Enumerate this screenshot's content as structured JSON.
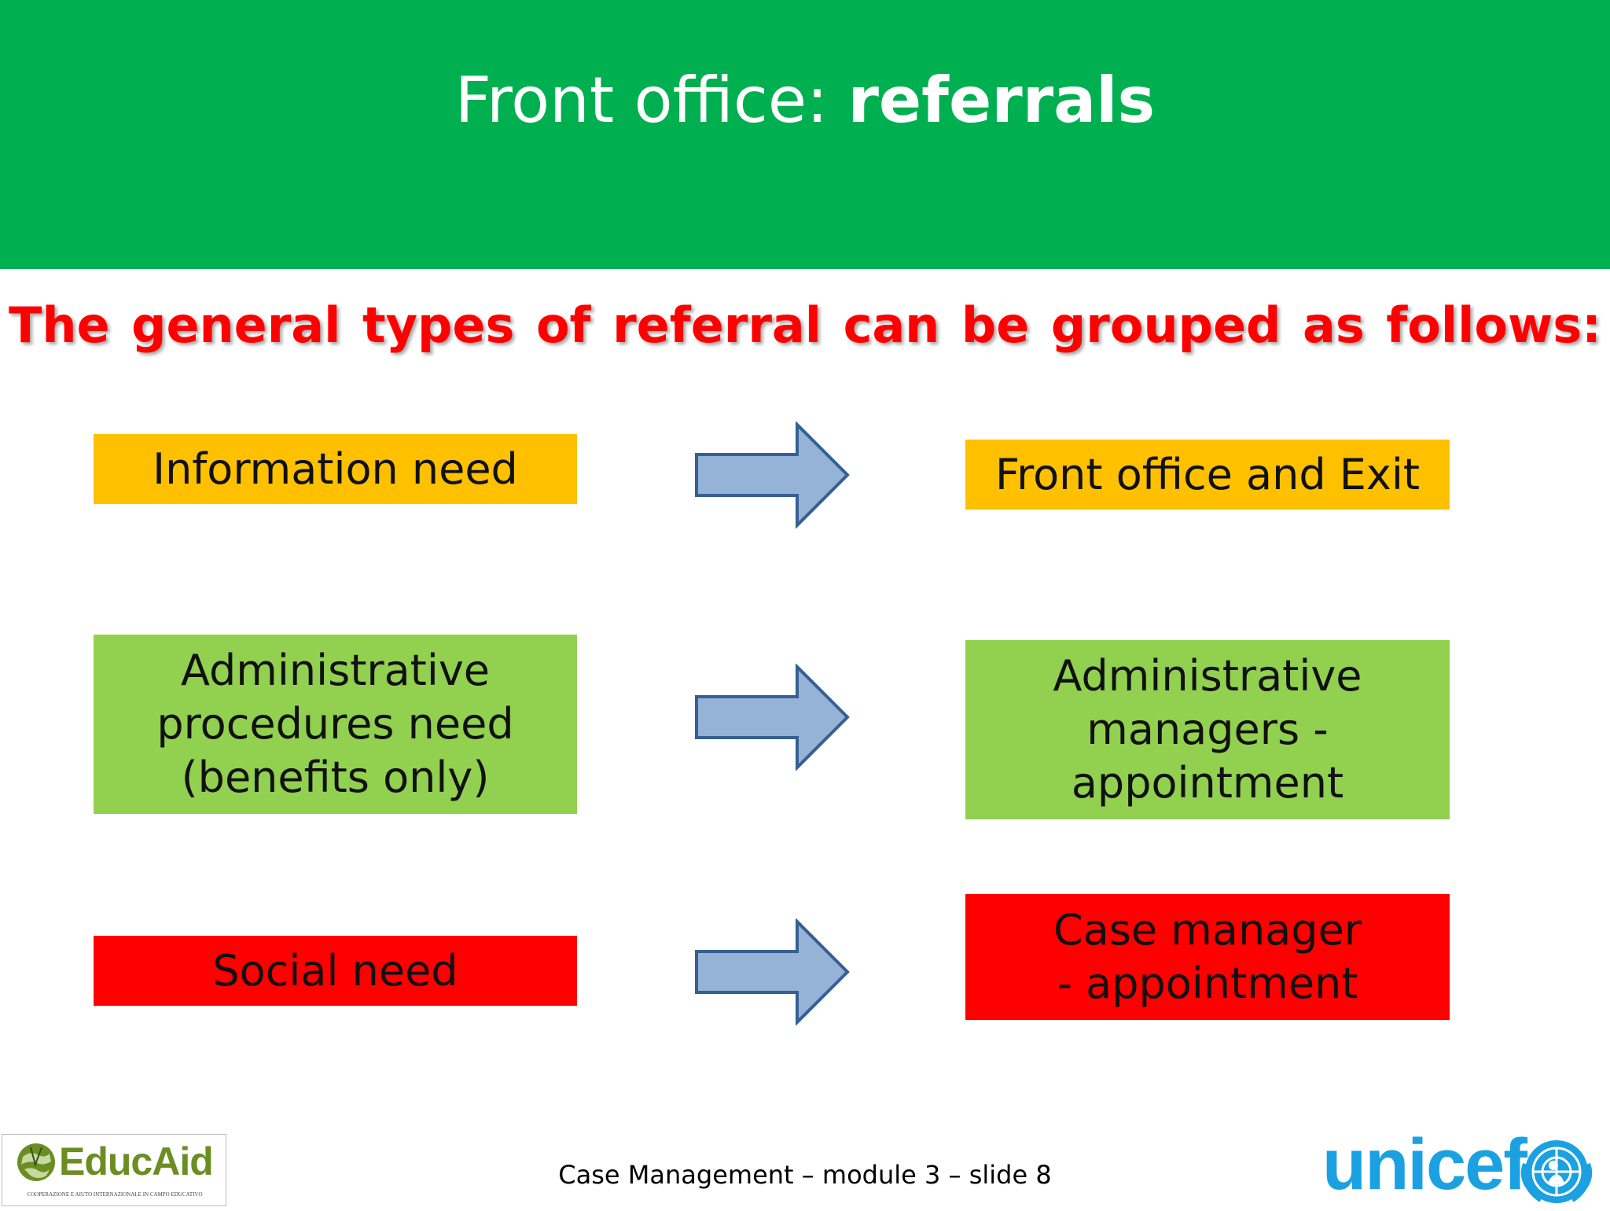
{
  "slide": {
    "title_regular": "Front office: ",
    "title_bold": "referrals",
    "subtitle": "The general types of referral can be grouped as follows:"
  },
  "rows": [
    {
      "left_label": "Information need",
      "right_label": "Front office and Exit",
      "color": "#ffc000"
    },
    {
      "left_label": "Administrative procedures need (benefits only)",
      "right_label": "Administrative managers - appointment",
      "color": "#92d050"
    },
    {
      "left_label": "Social need",
      "right_label": "Case manager - appointment",
      "color": "#ff0000"
    }
  ],
  "arrow_color": "#95b3d7",
  "arrow_border_color": "#366092",
  "header_color": "#00b050",
  "footer": {
    "text": "Case Management – module 3 – slide 8"
  },
  "logos": {
    "educaid_name": "EducAid",
    "educaid_tagline": "COOPERAZIONE E AIUTO INTERNAZIONALE IN CAMPO EDUCATIVO",
    "unicef_name": "unicef",
    "educaid_icon": "globe-icon",
    "unicef_icon": "unicef-emblem-icon"
  }
}
